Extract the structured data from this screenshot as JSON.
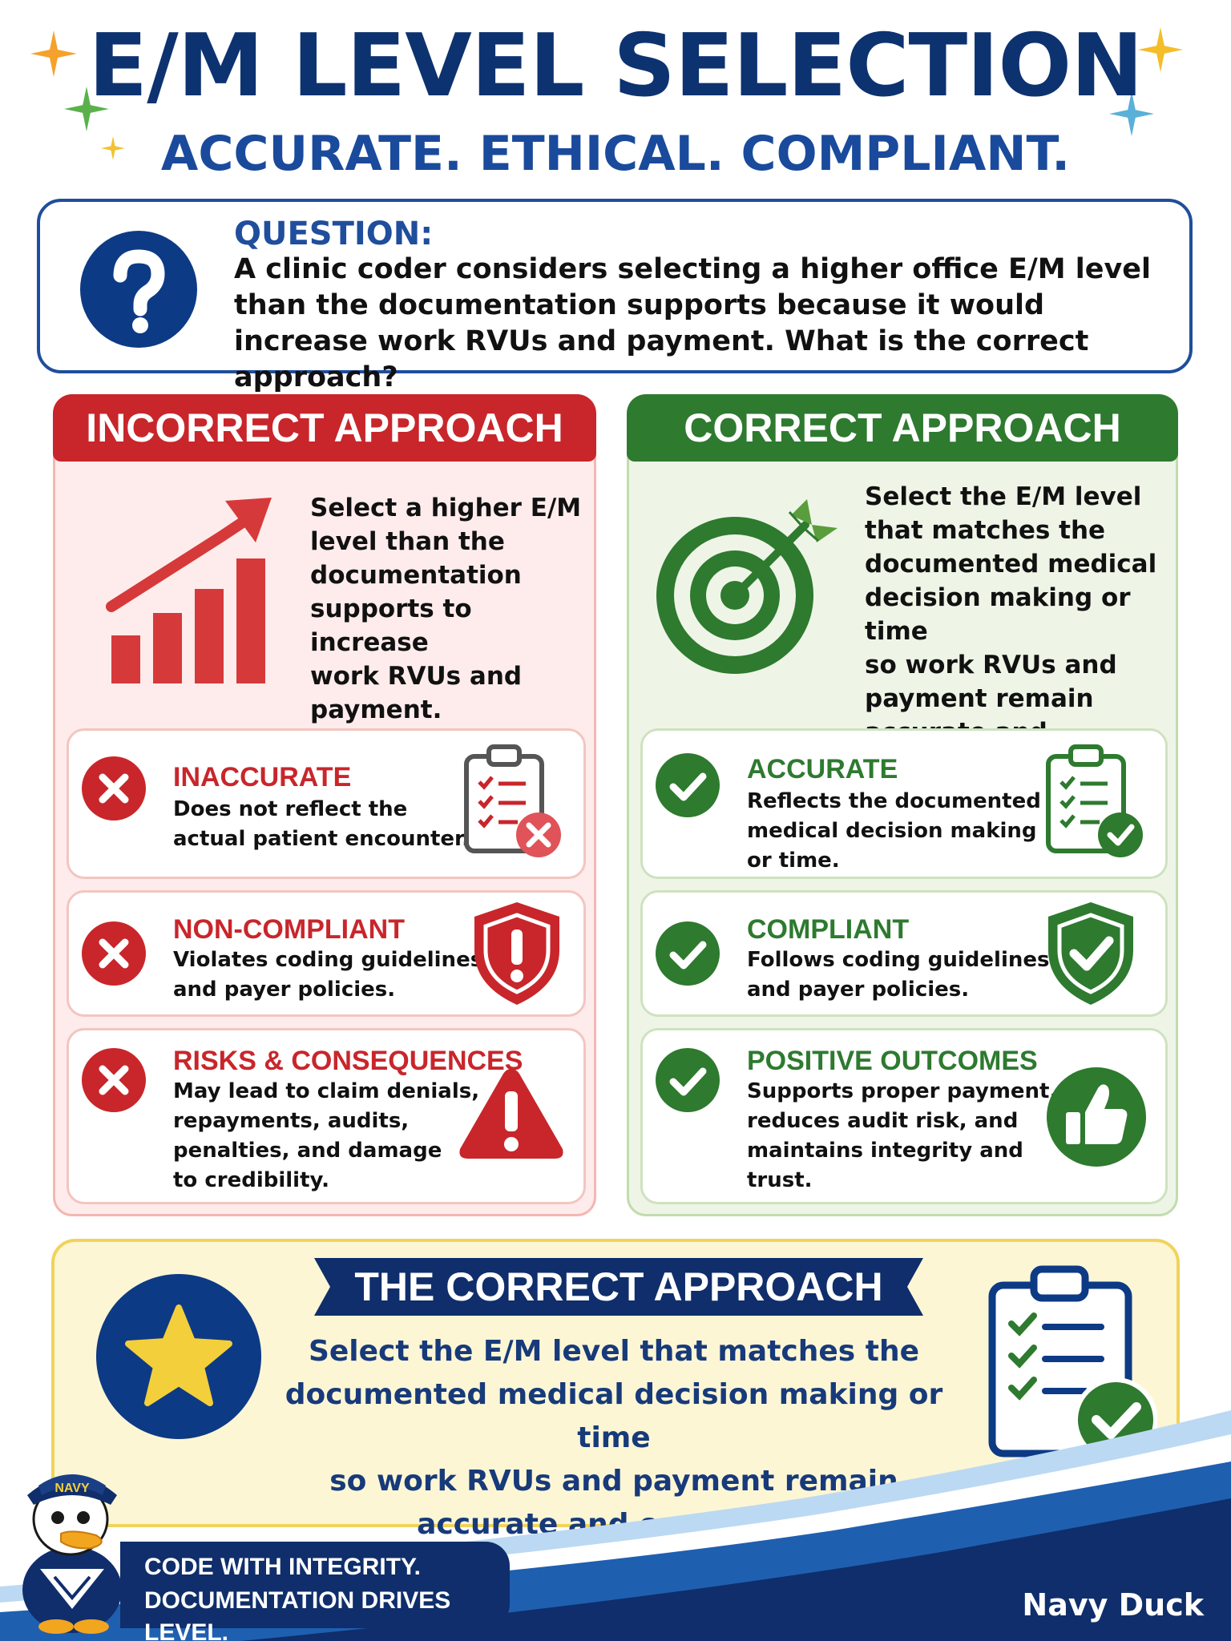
{
  "header": {
    "title": "E/M LEVEL SELECTION",
    "subtitle": "ACCURATE. ETHICAL. COMPLIANT."
  },
  "question": {
    "icon": "question-mark-icon",
    "label": "QUESTION:",
    "text": "A clinic coder considers selecting a higher office E/M level than the documentation supports because it would increase work RVUs and payment. What is the correct approach?"
  },
  "incorrect": {
    "header": "INCORRECT APPROACH",
    "icon": "rising-bar-chart-icon",
    "description_lines": [
      "Select a higher E/M",
      "level than the",
      "documentation",
      "supports to increase",
      "work RVUs and",
      "payment."
    ],
    "cards": [
      {
        "title": "INACCURATE",
        "lines": [
          "Does not reflect the",
          "actual patient encounter."
        ],
        "icon": "clipboard-x-icon"
      },
      {
        "title": "NON-COMPLIANT",
        "lines": [
          "Violates coding guidelines",
          "and payer policies."
        ],
        "icon": "shield-exclamation-icon"
      },
      {
        "title": "RISKS & CONSEQUENCES",
        "lines": [
          "May lead to claim denials,",
          "repayments, audits,",
          "penalties, and damage",
          "to credibility."
        ],
        "icon": "warning-triangle-icon"
      }
    ],
    "color": "#c8262b"
  },
  "correct": {
    "header": "CORRECT APPROACH",
    "icon": "target-arrow-icon",
    "description_lines": [
      "Select the E/M level",
      "that matches the",
      "documented medical",
      "decision making or time",
      "so work RVUs and",
      "payment remain",
      "accurate and compliant."
    ],
    "cards": [
      {
        "title": "ACCURATE",
        "lines": [
          "Reflects the documented",
          "medical decision making",
          "or time."
        ],
        "icon": "clipboard-check-icon"
      },
      {
        "title": "COMPLIANT",
        "lines": [
          "Follows coding guidelines",
          "and payer policies."
        ],
        "icon": "shield-check-icon"
      },
      {
        "title": "POSITIVE OUTCOMES",
        "lines": [
          "Supports proper payment,",
          "reduces audit risk, and",
          "maintains integrity and",
          "trust."
        ],
        "icon": "thumbs-up-icon"
      }
    ],
    "color": "#2e7a2f"
  },
  "summary": {
    "banner": "THE CORRECT APPROACH",
    "lines": [
      "Select the E/M level that matches the",
      "documented medical decision making or time",
      "so work RVUs and payment remain",
      "accurate and compliant."
    ],
    "icons": [
      "star-icon",
      "clipboard-check-icon"
    ]
  },
  "footer": {
    "mascot_cap_text": "NAVY",
    "tagline_lines": [
      "CODE WITH INTEGRITY.",
      "DOCUMENTATION DRIVES LEVEL."
    ],
    "brand": "Navy Duck"
  },
  "colors": {
    "navy": "#0d3270",
    "red": "#c8262b",
    "green": "#2e7a2f",
    "gold": "#f1d35c"
  }
}
